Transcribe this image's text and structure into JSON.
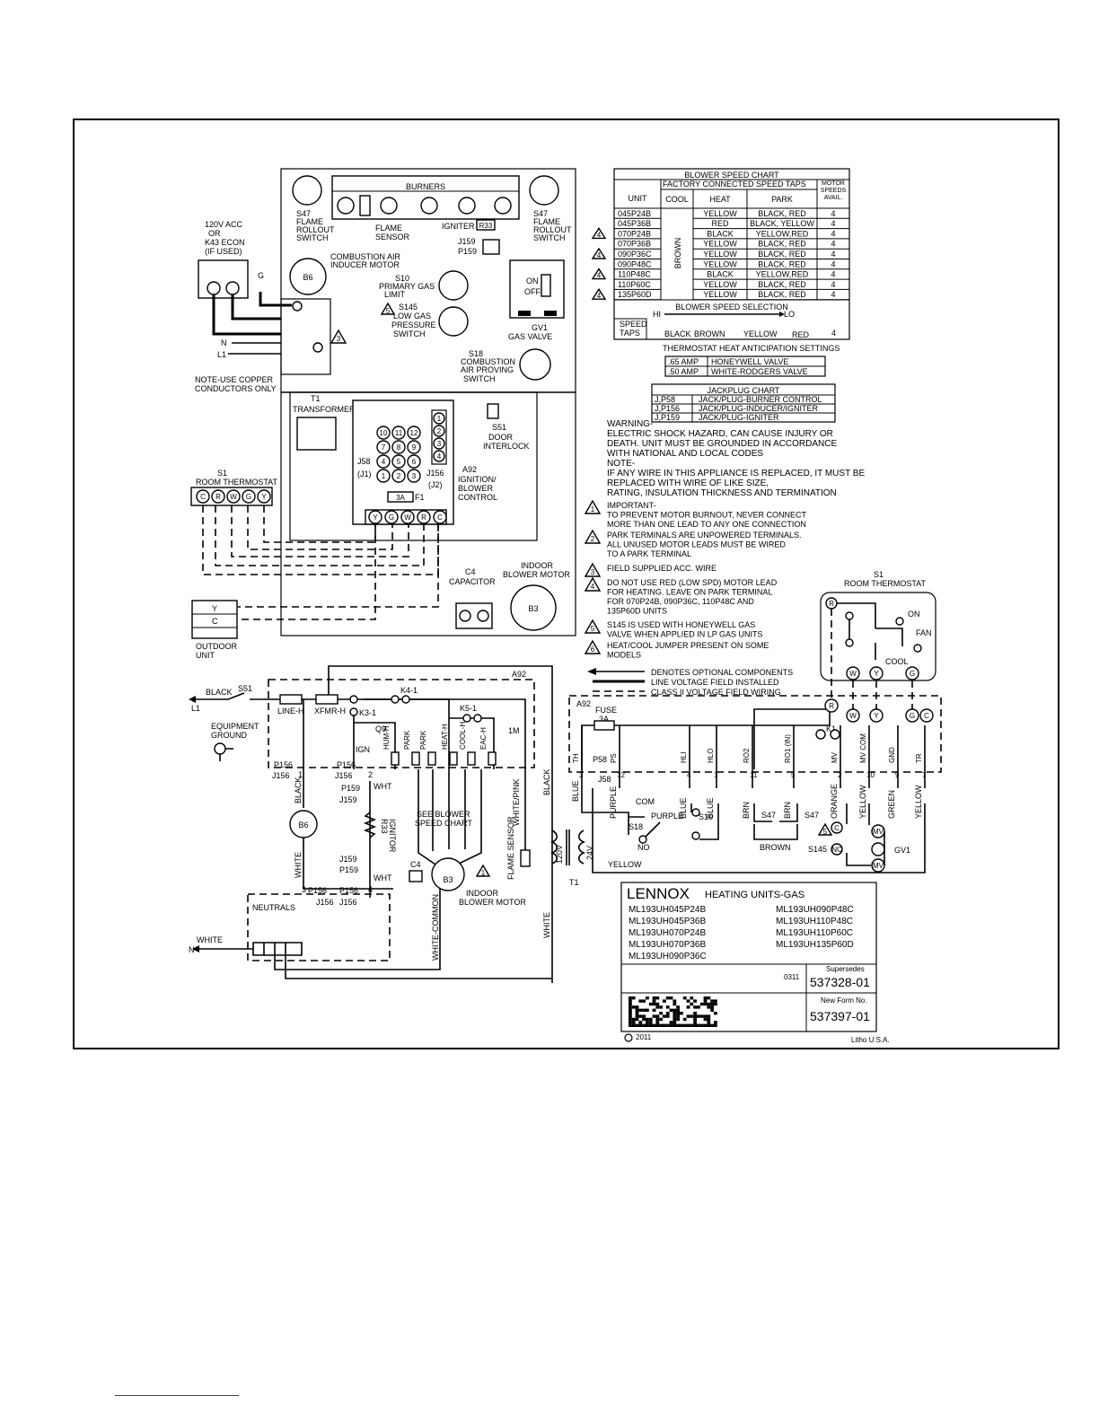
{
  "upper_diagram": {
    "burners": "BURNERS",
    "igniter": "IGNITER",
    "r33": "R33",
    "flame_sensor": [
      "FLAME",
      "SENSOR"
    ],
    "rollout_left": [
      "S47",
      "FLAME",
      "ROLLOUT",
      "SWITCH"
    ],
    "rollout_right": [
      "S47",
      "FLAME",
      "ROLLOUT",
      "SWITCH"
    ],
    "jacks": [
      "J159",
      "P159"
    ],
    "combustion_motor": [
      "COMBUSTION AIR",
      "INDUCER MOTOR"
    ],
    "b6": "B6",
    "s10": [
      "S10",
      "PRIMARY GAS",
      "LIMIT"
    ],
    "s145": [
      "S145",
      "LOW GAS",
      "PRESSURE",
      "SWITCH"
    ],
    "gas_valve": [
      "GV1",
      "GAS VALVE"
    ],
    "gv_on": "ON",
    "gv_off": "OFF",
    "s18": [
      "S18",
      "COMBUSTION",
      "AIR PROVING",
      "SWITCH"
    ],
    "acc": [
      "120V ACC",
      "OR",
      "K43 ECON",
      "(IF USED)"
    ],
    "g": "G",
    "n": "N",
    "l1": "L1",
    "note_copper": [
      "NOTE-USE COPPER",
      "CONDUCTORS ONLY"
    ],
    "transformer": [
      "T1",
      "TRANSFORMER"
    ],
    "s51": [
      "S51",
      "DOOR",
      "INTERLOCK"
    ],
    "a92": [
      "A92",
      "IGNITION/",
      "BLOWER",
      "CONTROL"
    ],
    "j58": [
      "J58",
      "(J1)"
    ],
    "j156": [
      "J156",
      "(J2)"
    ],
    "fuse": "3A",
    "f1": "F1",
    "thermostat_title": [
      "S1",
      "ROOM THERMOSTAT"
    ],
    "thermostat_terminals": [
      "C",
      "R",
      "W",
      "G",
      "Y"
    ],
    "control_terminals": [
      "Y",
      "G",
      "W",
      "R",
      "C"
    ],
    "plug_pins": [
      "10",
      "11",
      "12",
      "7",
      "8",
      "9",
      "4",
      "5",
      "6",
      "1",
      "2",
      "3"
    ],
    "j156_pins": [
      "1",
      "2",
      "3",
      "4"
    ],
    "capacitor": [
      "C4",
      "CAPACITOR"
    ],
    "blower": [
      "INDOOR",
      "BLOWER MOTOR"
    ],
    "b3": "B3",
    "outdoor": [
      "OUTDOOR",
      "UNIT"
    ],
    "outdoor_terms": [
      "Y",
      "C"
    ]
  },
  "blower_speed_chart": {
    "title": "BLOWER SPEED CHART",
    "factory": "FACTORY CONNECTED SPEED TAPS",
    "headers": [
      "UNIT",
      "COOL",
      "HEAT",
      "PARK",
      "MOTOR SPEEDS AVAIL."
    ],
    "cool_value": "BROWN",
    "rows": [
      {
        "unit": "045P24B",
        "heat": "YELLOW",
        "park": "BLACK, RED",
        "speeds": "4",
        "mark": ""
      },
      {
        "unit": "045P36B",
        "heat": "RED",
        "park": "BLACK, YELLOW",
        "speeds": "4",
        "mark": ""
      },
      {
        "unit": "070P24B",
        "heat": "BLACK",
        "park": "YELLOW,RED",
        "speeds": "4",
        "mark": "4"
      },
      {
        "unit": "070P36B",
        "heat": "YELLOW",
        "park": "BLACK, RED",
        "speeds": "4",
        "mark": ""
      },
      {
        "unit": "090P36C",
        "heat": "YELLOW",
        "park": "BLACK, RED",
        "speeds": "4",
        "mark": "4"
      },
      {
        "unit": "090P48C",
        "heat": "YELLOW",
        "park": "BLACK, RED",
        "speeds": "4",
        "mark": ""
      },
      {
        "unit": "110P48C",
        "heat": "BLACK",
        "park": "YELLOW,RED",
        "speeds": "4",
        "mark": "4"
      },
      {
        "unit": "110P60C",
        "heat": "YELLOW",
        "park": "BLACK, RED",
        "speeds": "4",
        "mark": ""
      },
      {
        "unit": "135P60D",
        "heat": "YELLOW",
        "park": "BLACK, RED",
        "speeds": "4",
        "mark": "4"
      }
    ],
    "selection": "BLOWER SPEED SELECTION",
    "hi": "HI",
    "lo": "LO",
    "speed_taps": [
      "SPEED",
      "TAPS"
    ],
    "taps": [
      "BLACK",
      "BROWN",
      "YELLOW",
      "RED"
    ],
    "taps_count": "4"
  },
  "anticipation": {
    "title": "THERMOSTAT HEAT ANTICIPATION SETTINGS",
    "rows": [
      [
        ".65 AMP",
        "HONEYWELL VALVE"
      ],
      [
        ".50 AMP",
        "WHITE-RODGERS VALVE"
      ]
    ]
  },
  "jackplug": {
    "title": "JACKPLUG CHART",
    "rows": [
      [
        "J,P58",
        "JACK/PLUG-BURNER CONTROL"
      ],
      [
        "J,P156",
        "JACK/PLUG-INDUCER/IGNITER"
      ],
      [
        "J,P159",
        "JACK/PLUG-IGNITER"
      ]
    ]
  },
  "notes": {
    "warning": [
      "WARNING-",
      "ELECTRIC SHOCK HAZARD, CAN CAUSE INJURY OR",
      "DEATH. UNIT MUST BE GROUNDED IN ACCORDANCE",
      "WITH NATIONAL AND LOCAL CODES"
    ],
    "note": [
      "NOTE-",
      "IF ANY WIRE IN THIS APPLIANCE IS REPLACED, IT MUST BE",
      "REPLACED WITH WIRE OF LIKE SIZE,",
      "RATING, INSULATION THICKNESS AND TERMINATION"
    ],
    "items": [
      {
        "num": "1",
        "lines": [
          "IMPORTANT-",
          "TO PREVENT MOTOR BURNOUT, NEVER CONNECT",
          "MORE THAN ONE LEAD TO ANY ONE CONNECTION"
        ]
      },
      {
        "num": "2",
        "lines": [
          "PARK TERMINALS ARE UNPOWERED TERMINALS.",
          "ALL UNUSED MOTOR LEADS MUST BE WIRED",
          "TO A PARK TERMINAL"
        ]
      },
      {
        "num": "3",
        "lines": [
          "FIELD SUPPLIED ACC. WIRE"
        ]
      },
      {
        "num": "4",
        "lines": [
          "DO NOT USE RED (LOW SPD) MOTOR LEAD",
          "FOR HEATING. LEAVE ON PARK TERMINAL",
          "FOR 070P24B, 090P36C, 110P48C AND",
          "135P60D UNITS"
        ]
      },
      {
        "num": "5",
        "lines": [
          "S145 IS USED WITH HONEYWELL GAS",
          "VALVE WHEN APPLIED IN LP GAS UNITS"
        ]
      },
      {
        "num": "6",
        "lines": [
          "HEAT/COOL JUMPER PRESENT ON SOME",
          "MODELS"
        ]
      }
    ],
    "legend": [
      "DENOTES OPTIONAL COMPONENTS",
      "LINE VOLTAGE FIELD INSTALLED",
      "CLASS II VOLTAGE FIELD WIRING"
    ]
  },
  "ladder": {
    "a92": "A92",
    "black": "BLACK",
    "s51": "S51",
    "l1": "L1",
    "ground": [
      "EQUIPMENT",
      "GROUND"
    ],
    "line_h": "LINE-H",
    "xfmr_h": "XFMR-H",
    "k3": "K3-1",
    "k4": "K4-1",
    "k5": "K5-1",
    "q9": "Q9",
    "ign": "IGN",
    "one_m": "1M",
    "hum_h": "HUM-H",
    "park1": "PARK",
    "park2": "PARK",
    "heat_h": "HEAT-H",
    "cool_h": "COOL-H",
    "eac_h": "EAC-H",
    "p156": "P156",
    "j156": "J156",
    "pin1": "1",
    "pin2": "2",
    "pin3": "3",
    "pin4": "4",
    "black_wire": "BLACK",
    "b6": "B6",
    "white_wire": "WHITE",
    "wht": "WHT",
    "p159": "P159",
    "j159": "J159",
    "r33": "R33",
    "ignitor": "IGNITOR",
    "see_blower": [
      "SEE BLOWER",
      "SPEED CHART"
    ],
    "c4": "C4",
    "b3": "B3",
    "blower": [
      "INDOOR",
      "BLOWER MOTOR"
    ],
    "white_pink": "WHITE/PINK",
    "black_right": "BLACK",
    "flame_sensor": "FLAME SENSOR",
    "neutrals": "NEUTRALS",
    "white_n": "WHITE",
    "n": "N",
    "white_common": "WHITE-COMMON",
    "white_vert": "WHITE",
    "t1": "T1",
    "v120": "120V",
    "v24": "24V"
  },
  "right_ladder": {
    "a92": "A92",
    "fuse": [
      "FUSE",
      "3A"
    ],
    "p58": "P58",
    "j58": "J58",
    "k1": "K1",
    "terminals": [
      "TH",
      "PS",
      "HLI",
      "HLO",
      "RO2",
      "RO1 (IN)",
      "MV",
      "MV COM",
      "GND",
      "TR"
    ],
    "pins": [
      "3",
      "12",
      "4",
      "1",
      "11",
      "5",
      "2",
      "10",
      "9",
      "7"
    ],
    "wires": [
      "BLUE",
      "PURPLE",
      "BLUE",
      "BLUE",
      "BRN",
      "BRN",
      "ORANGE",
      "YELLOW",
      "GREEN",
      "YELLOW"
    ],
    "com": "COM",
    "purple": "PURPLE",
    "s18": "S18",
    "no": "NO",
    "s10": "S10",
    "s47a": "S47",
    "s47b": "S47",
    "brown": "BROWN",
    "s145": "S145",
    "c": "C",
    "nc": "NC",
    "mv": "MV",
    "gv1": "GV1",
    "yellow": "YELLOW",
    "stat_title": [
      "S1",
      "ROOM THERMOSTAT"
    ],
    "stat_r": "R",
    "stat_on": "ON",
    "stat_fan": "FAN",
    "stat_cool": "COOL",
    "stat_terms": [
      "W",
      "Y",
      "G"
    ],
    "field_terms": [
      "R",
      "W",
      "Y",
      "G",
      "C"
    ]
  },
  "title_block": {
    "brand": "LENNOX",
    "product": "HEATING UNITS-GAS",
    "models_left": [
      "ML193UH045P24B",
      "ML193UH045P36B",
      "ML193UH070P24B",
      "ML193UH070P36B",
      "ML193UH090P36C"
    ],
    "models_right": [
      "ML193UH090P48C",
      "ML193UH110P48C",
      "ML193UH110P60C",
      "ML193UH135P60D"
    ],
    "date_code": "0311",
    "supersedes_label": "Supersedes",
    "supersedes": "537328-01",
    "new_form_label": "New Form No.",
    "new_form": "537397-01",
    "copyright": "2011",
    "litho": "Litho U.S.A."
  }
}
